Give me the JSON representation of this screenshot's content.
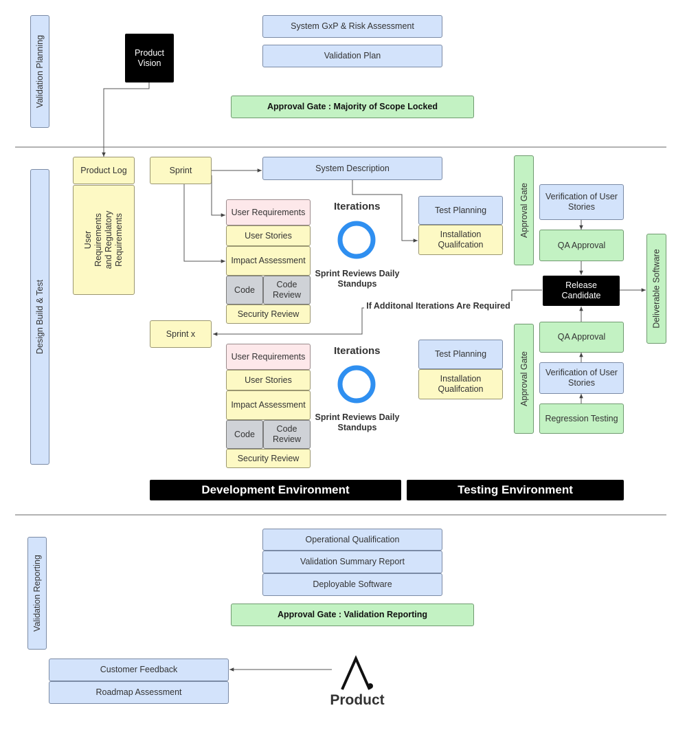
{
  "swimlanes": {
    "planning": "Validation Planning",
    "design": "Design Build & Test",
    "reporting": "Validation Reporting"
  },
  "planning": {
    "product_vision": "Product Vision",
    "gxp": "System GxP & Risk Assessment",
    "validation_plan": "Validation Plan",
    "gate": "Approval Gate : Majority of Scope Locked"
  },
  "design": {
    "product_log": "Product Log",
    "user_reqs_regulatory": "User Requirements and Regulatory Requirements",
    "sprint": "Sprint",
    "sprint_x": "Sprint x",
    "system_description": "System Description",
    "iterations_title": "Iterations",
    "iterations_caption": "Sprint Reviews Daily Standups",
    "user_requirements": "User Requirements",
    "user_stories": "User Stories",
    "impact_assessment": "Impact Assessment",
    "code": "Code",
    "code_review": "Code Review",
    "security_review": "Security Review",
    "test_planning": "Test Planning",
    "installation_qualification": "Installation Qualifcation",
    "approval_gate": "Approval Gate",
    "verification_user_stories": "Verification of User Stories",
    "qa_approval": "QA Approval",
    "release_candidate": "Release Candidate",
    "deliverable_software": "Deliverable Software",
    "regression_testing": "Regression Testing",
    "loop_label": "If Additonal Iterations Are Required",
    "dev_env": "Development Environment",
    "test_env": "Testing Environment"
  },
  "reporting": {
    "oq": "Operational Qualification",
    "summary_report": "Validation Summary Report",
    "deployable": "Deployable Software",
    "gate": "Approval Gate : Validation Reporting",
    "customer_feedback": "Customer Feedback",
    "roadmap": "Roadmap Assessment",
    "product_logo_text": "Product"
  },
  "colors": {
    "blue": "#d3e3fb",
    "yellow": "#fdf9c4",
    "pink": "#fde8ea",
    "green": "#c3f2c3",
    "gray": "#cfd2d7",
    "ring": "#2f8ff0",
    "black": "#000000"
  }
}
